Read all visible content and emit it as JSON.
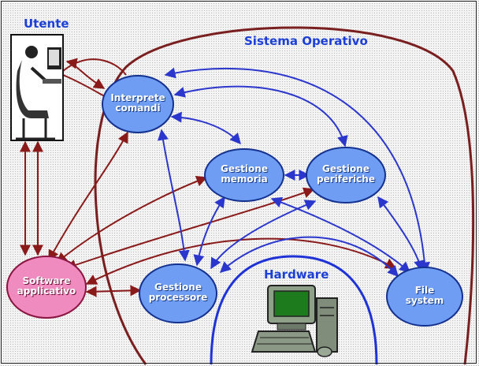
{
  "labels": {
    "utente": "Utente",
    "sistema_operativo": "Sistema Operativo",
    "hardware": "Hardware"
  },
  "nodes": {
    "interprete": [
      "Interprete",
      "comandi"
    ],
    "memoria": [
      "Gestione",
      "memoria"
    ],
    "periferiche": [
      "Gestione",
      "periferiche"
    ],
    "software": [
      "Software",
      "applicativo"
    ],
    "processore": [
      "Gestione",
      "processore"
    ],
    "filesystem": [
      "File",
      "system"
    ]
  },
  "colors": {
    "node_fill": "#6f9df3",
    "node_stroke": "#14318f",
    "software_fill": "#f08bc0",
    "software_stroke": "#8a1540",
    "os_boundary": "#7a1f1f",
    "user_link": "#8a1a1a",
    "os_link": "#2b36cc",
    "hardware_arc": "#1e32d6",
    "title_text": "#1c3fd6"
  },
  "icons": [
    "user-at-terminal-icon",
    "computer-hardware-icon"
  ]
}
